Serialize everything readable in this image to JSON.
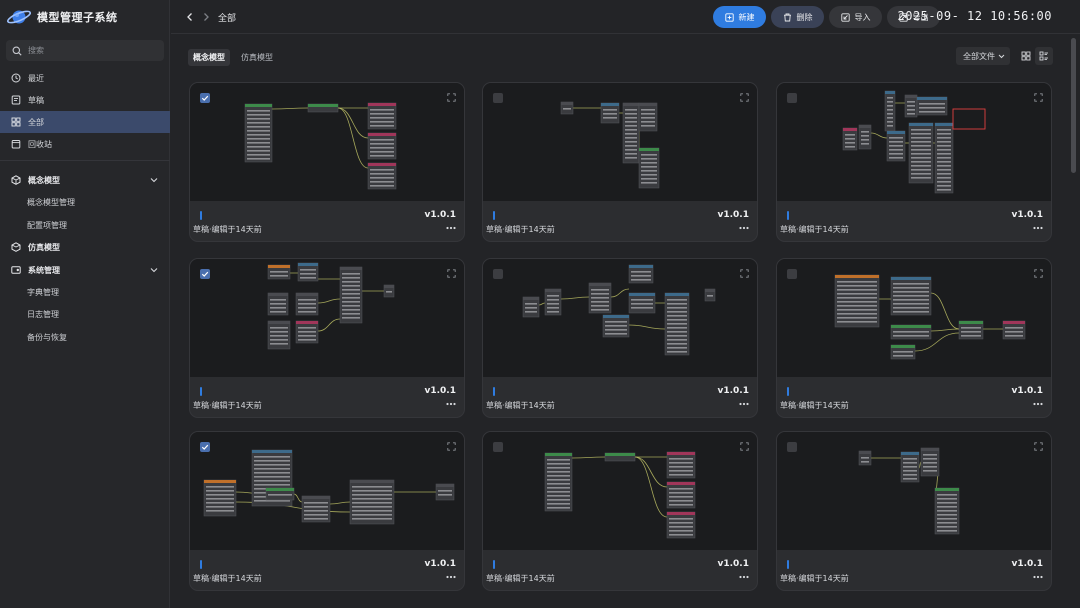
{
  "app": {
    "title": "模型管理子系统"
  },
  "search": {
    "placeholder": "搜索"
  },
  "sidebar": {
    "items": [
      {
        "label": "最近",
        "icon": "clock-icon"
      },
      {
        "label": "草稿",
        "icon": "draft-icon"
      },
      {
        "label": "全部",
        "icon": "grid-icon",
        "active": true
      },
      {
        "label": "回收站",
        "icon": "trash-icon"
      }
    ],
    "groups": [
      {
        "label": "概念模型",
        "icon": "cube-icon",
        "expanded": true,
        "children": [
          "概念模型管理",
          "配置项管理"
        ]
      },
      {
        "label": "仿真模型",
        "icon": "box-icon",
        "expanded": false,
        "children": []
      },
      {
        "label": "系统管理",
        "icon": "system-icon",
        "expanded": true,
        "children": [
          "字典管理",
          "日志管理",
          "备份与恢复"
        ]
      }
    ]
  },
  "header": {
    "breadcrumb": "全部",
    "buttons": {
      "new": "新建",
      "delete": "删除",
      "import": "导入",
      "export": "导出"
    },
    "datetime": "2025-09- 12 10:56:00"
  },
  "tabs": [
    {
      "label": "概念模型",
      "active": true
    },
    {
      "label": "仿真模型",
      "active": false
    }
  ],
  "filter": {
    "selected": "全部文件"
  },
  "colors": {
    "accent": "#2f7ce0",
    "active_nav": "#3b4a6b",
    "danger_btn": "#3a4257"
  },
  "cards": [
    {
      "version": "v1.0.1",
      "meta": "草稿·编辑于14天前",
      "checked": true
    },
    {
      "version": "v1.0.1",
      "meta": "草稿·编辑于14天前",
      "checked": false
    },
    {
      "version": "v1.0.1",
      "meta": "草稿·编辑于14天前",
      "checked": false
    },
    {
      "version": "v1.0.1",
      "meta": "草稿·编辑于14天前",
      "checked": true
    },
    {
      "version": "v1.0.1",
      "meta": "草稿·编辑于14天前",
      "checked": false
    },
    {
      "version": "v1.0.1",
      "meta": "草稿·编辑于14天前",
      "checked": false
    },
    {
      "version": "v1.0.1",
      "meta": "草稿·编辑于14天前",
      "checked": true
    },
    {
      "version": "v1.0.1",
      "meta": "草稿·编辑于14天前",
      "checked": false
    },
    {
      "version": "v1.0.1",
      "meta": "草稿·编辑于14天前",
      "checked": false
    }
  ]
}
